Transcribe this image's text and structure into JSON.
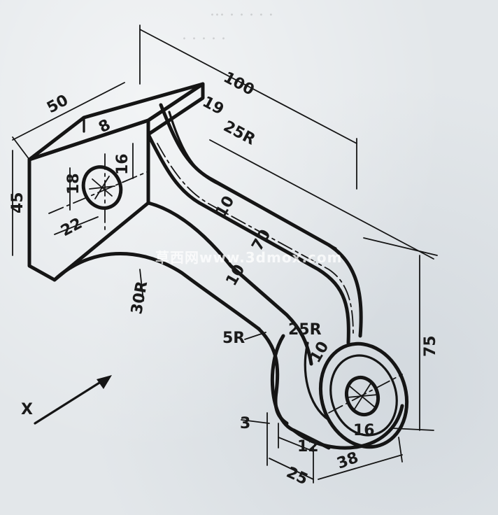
{
  "dimensions": {
    "d100": "100",
    "d19": "19",
    "d25r_top": "25R",
    "d50": "50",
    "d8": "8",
    "d16_top": "16",
    "d18": "18",
    "d45": "45",
    "d22": "22",
    "d10": "10",
    "d70": "70",
    "d30r": "30R",
    "d10_lower": "10",
    "d5r": "5R",
    "d25r_lower": "25R",
    "d10_boss": "10",
    "d75": "75",
    "d3": "3",
    "d12": "12",
    "d16_boss": "16",
    "d25": "25",
    "d38": "38"
  },
  "axis_label": "X",
  "watermark": "草西网www.3dmox.com"
}
